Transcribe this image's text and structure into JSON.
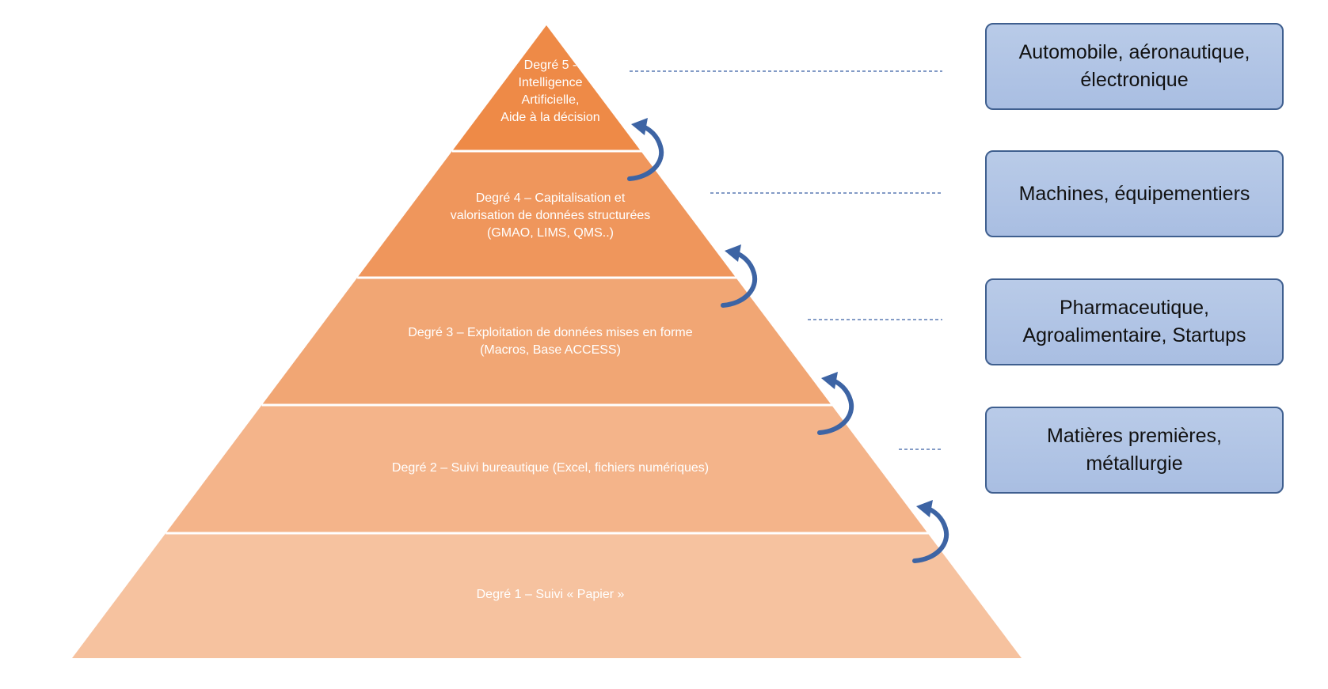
{
  "colors": {
    "level_fills": [
      "#f6c29f",
      "#f4b48a",
      "#f1a674",
      "#ef965c",
      "#ee8a47"
    ],
    "separator": "#ffffff",
    "arrow": "#3d64a4",
    "box_fill": "#b4c7e7",
    "box_border": "#3f5f8f",
    "connector": "#5a7ab4"
  },
  "pyramid": {
    "levels": [
      {
        "id": "degre-1",
        "text": "Degré 1 – Suivi « Papier »"
      },
      {
        "id": "degre-2",
        "text": "Degré 2 – Suivi bureautique (Excel, fichiers numériques)"
      },
      {
        "id": "degre-3",
        "text": "Degré 3 – Exploitation de données mises en forme\n(Macros, Base ACCESS)"
      },
      {
        "id": "degre-4",
        "text": "Degré 4 – Capitalisation et\nvalorisation de données structurées\n(GMAO, LIMS, QMS..)"
      },
      {
        "id": "degre-5",
        "text": "Degré 5 -\nIntelligence\nArtificielle,\nAide à la décision"
      }
    ]
  },
  "sectors": [
    {
      "id": "automobile",
      "label": "Automobile, aéronautique,\nélectronique"
    },
    {
      "id": "machines",
      "label": "Machines, équipementiers"
    },
    {
      "id": "pharma",
      "label": "Pharmaceutique,\nAgroalimentaire, Startups"
    },
    {
      "id": "matieres",
      "label": "Matières premières,\nmétallurgie"
    }
  ],
  "arrow_icon": "curved-arrow-icon"
}
